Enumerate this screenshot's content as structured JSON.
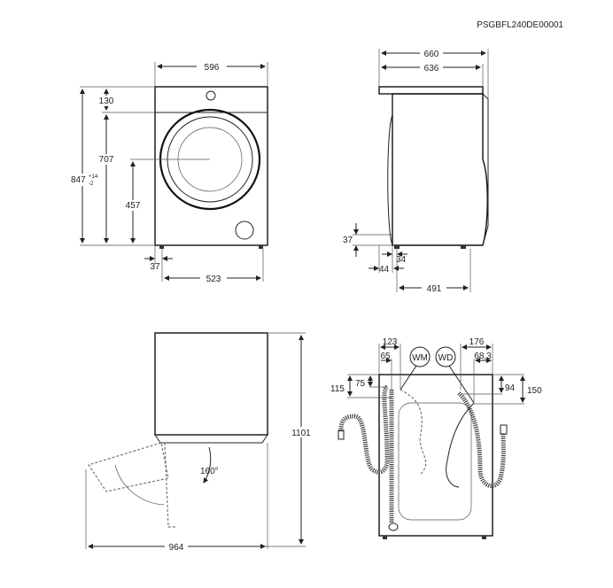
{
  "code": "PSGBFL240DE00001",
  "front": {
    "width": "596",
    "top_panel": "130",
    "door_height": "707",
    "total_height": "847",
    "tol_plus": "+14",
    "tol_minus": "-2",
    "door_center": "457",
    "foot_offset": "37",
    "foot_span": "523"
  },
  "side": {
    "depth_total": "660",
    "depth_body": "636",
    "foot_height": "37",
    "foot_34": "34",
    "foot_44": "44",
    "foot_span": "491"
  },
  "door_open": {
    "height_open": "1101",
    "depth_open": "964",
    "angle": "160°"
  },
  "rear": {
    "d123": "123",
    "d65": "65",
    "d115": "115",
    "d75": "75",
    "wm": "WM",
    "wd": "WD",
    "d176": "176",
    "d68": "68,3",
    "d94": "94",
    "d150": "150"
  }
}
